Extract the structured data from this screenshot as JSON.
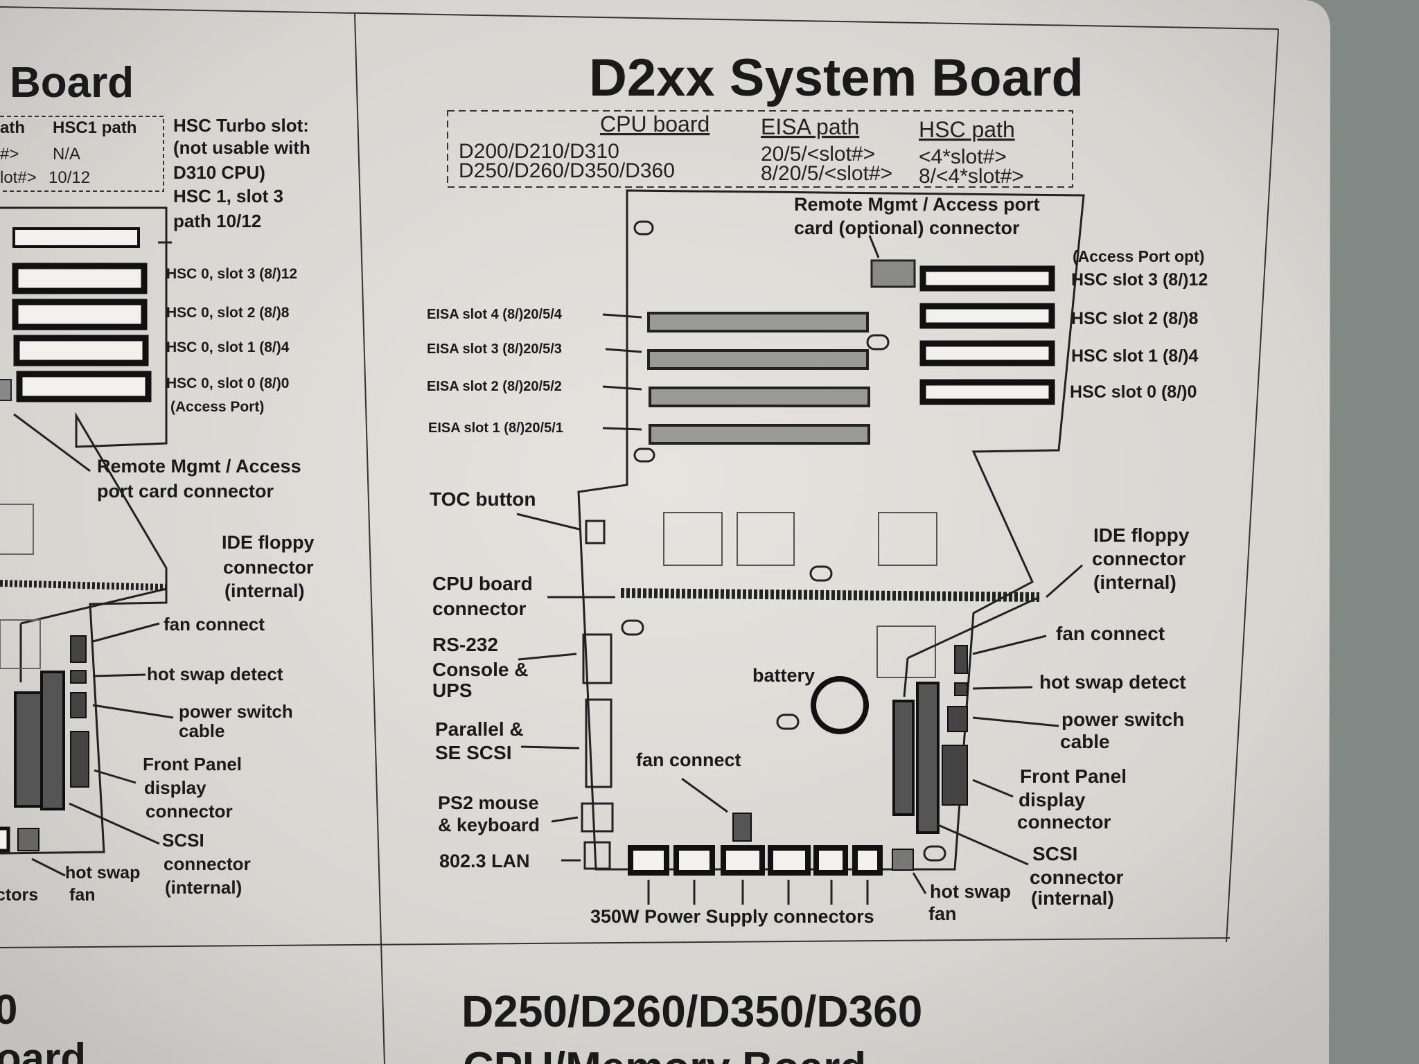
{
  "left_panel": {
    "title_fragment": "Board",
    "table": {
      "col1_header_fragment": "ath",
      "col2_header": "HSC1 path",
      "row1_col1": "#>",
      "row1_col2": "N/A",
      "row2_col1": "lot#>",
      "row2_col2": "10/12"
    },
    "notes": [
      "HSC Turbo slot:",
      "(not usable with",
      "D310 CPU)",
      "HSC 1, slot 3",
      "path 10/12"
    ],
    "slots": [
      "HSC 0, slot 3 (8/)12",
      "HSC 0, slot 2 (8/)8",
      "HSC 0, slot 1 (8/)4",
      "HSC 0, slot 0 (8/)0",
      "(Access Port)"
    ],
    "remote_mgmt": [
      "Remote Mgmt / Access",
      "port card connector"
    ],
    "ide_floppy": [
      "IDE floppy",
      "connector",
      "(internal)"
    ],
    "fan_connect": "fan connect",
    "hot_swap_detect": "hot swap detect",
    "power_switch": [
      "power switch",
      "cable"
    ],
    "front_panel": [
      "Front Panel",
      "display",
      "connector"
    ],
    "scsi": [
      "SCSI",
      "connector",
      "(internal)"
    ],
    "hot_swap_fan": [
      "hot swap",
      "fan"
    ],
    "connectors_fragment": "ctors",
    "bottom_fragment_1": "0",
    "bottom_fragment_2": "oard"
  },
  "main_panel": {
    "title": "D2xx System Board",
    "table": {
      "headers": [
        "CPU board",
        "EISA path",
        "HSC path"
      ],
      "rows": [
        [
          "D200/D210/D310",
          "20/5/<slot#>",
          "<4*slot#>"
        ],
        [
          "D250/D260/D350/D360",
          "8/20/5/<slot#>",
          "8/<4*slot#>"
        ]
      ]
    },
    "remote_mgmt": [
      "Remote Mgmt / Access port",
      "card (optional) connector"
    ],
    "access_port_opt": "(Access Port opt)",
    "hsc_slots": [
      "HSC slot 3 (8/)12",
      "HSC slot 2 (8/)8",
      "HSC slot 1 (8/)4",
      "HSC slot 0 (8/)0"
    ],
    "eisa_slots": [
      "EISA slot 4  (8/)20/5/4",
      "EISA slot 3  (8/)20/5/3",
      "EISA slot 2  (8/)20/5/2",
      "EISA slot 1  (8/)20/5/1"
    ],
    "toc_button": "TOC button",
    "cpu_board_connector": [
      "CPU board",
      "connector"
    ],
    "rs232": [
      "RS-232",
      "Console &",
      "UPS"
    ],
    "parallel": [
      "Parallel &",
      "SE SCSI"
    ],
    "ps2": [
      "PS2 mouse",
      "& keyboard"
    ],
    "lan": "802.3 LAN",
    "battery": "battery",
    "fan_connect_center": "fan connect",
    "power_supply": "350W Power Supply connectors",
    "hot_swap_fan": [
      "hot swap",
      "fan"
    ],
    "ide_floppy": [
      "IDE floppy",
      "connector",
      "(internal)"
    ],
    "fan_connect": "fan connect",
    "hot_swap_detect": "hot swap detect",
    "power_switch": [
      "power switch",
      "cable"
    ],
    "front_panel": [
      "Front Panel",
      "display",
      "connector"
    ],
    "scsi": [
      "SCSI",
      "connector",
      "(internal)"
    ]
  },
  "bottom_panel": {
    "title": "D250/D260/D350/D360",
    "subtitle": "CPU/Memory Board"
  }
}
